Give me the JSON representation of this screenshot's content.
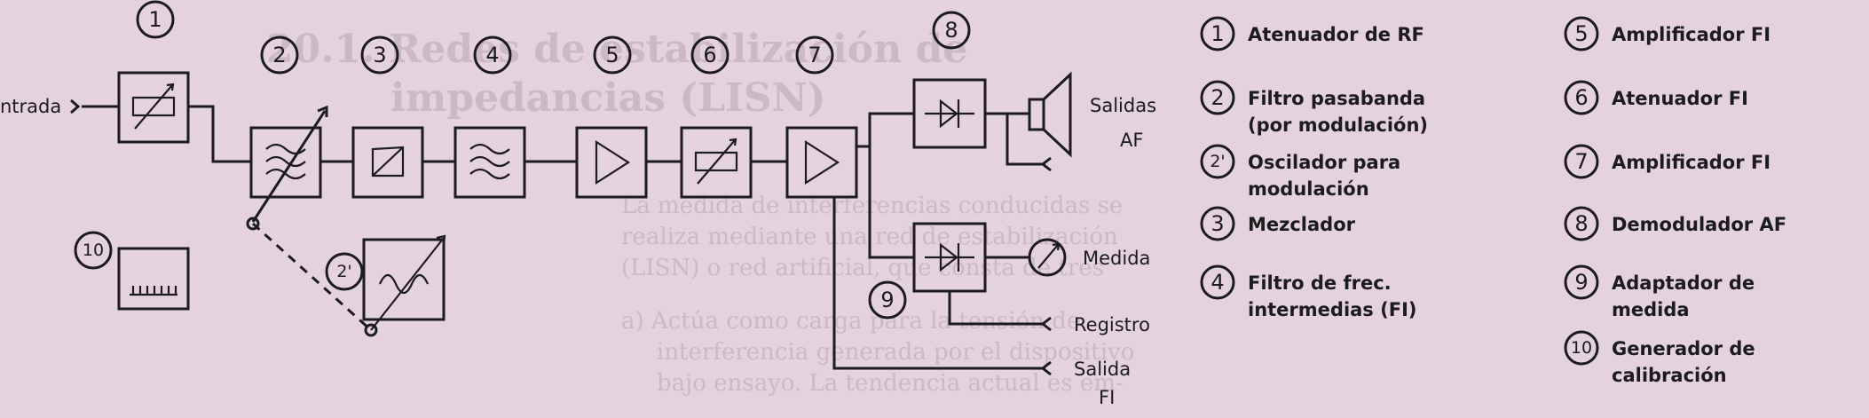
{
  "signals": {
    "entrada": "ntrada",
    "salidas_af_1": "Salidas",
    "salidas_af_2": "AF",
    "medida": "Medida",
    "registro": "Registro",
    "salida_fi_1": "Salida",
    "salida_fi_2": "FI"
  },
  "callouts": [
    "1",
    "2",
    "3",
    "4",
    "5",
    "6",
    "7",
    "8",
    "9",
    "10",
    "2'"
  ],
  "legend": [
    {
      "num": "1",
      "lines": [
        "Atenuador de RF"
      ]
    },
    {
      "num": "2",
      "lines": [
        "Filtro pasabanda",
        "(por modulación)"
      ]
    },
    {
      "num": "2'",
      "lines": [
        "Oscilador para",
        "modulación"
      ]
    },
    {
      "num": "3",
      "lines": [
        "Mezclador"
      ]
    },
    {
      "num": "4",
      "lines": [
        "Filtro de frec.",
        "intermedias (FI)"
      ]
    },
    {
      "num": "5",
      "lines": [
        "Amplificador FI"
      ]
    },
    {
      "num": "6",
      "lines": [
        "Atenuador FI"
      ]
    },
    {
      "num": "7",
      "lines": [
        "Amplificador FI"
      ]
    },
    {
      "num": "8",
      "lines": [
        "Demodulador AF"
      ]
    },
    {
      "num": "9",
      "lines": [
        "Adaptador de",
        "medida"
      ]
    },
    {
      "num": "10",
      "lines": [
        "Generador de",
        "calibración"
      ]
    }
  ],
  "background_text": {
    "heading": "20.1. Redes de estabilización de",
    "heading2": "impedancias (LISN)",
    "line1": "La medida de interferencias conducidas se",
    "line2": "realiza mediante una red de estabilización",
    "line3": "(LISN) o red artificial, que consta de tres",
    "line4": "a)    Actúa como carga para la tensión de",
    "line5": "interferencia generada por el dispositivo",
    "line6": "bajo ensayo. La tendencia actual es em-"
  }
}
